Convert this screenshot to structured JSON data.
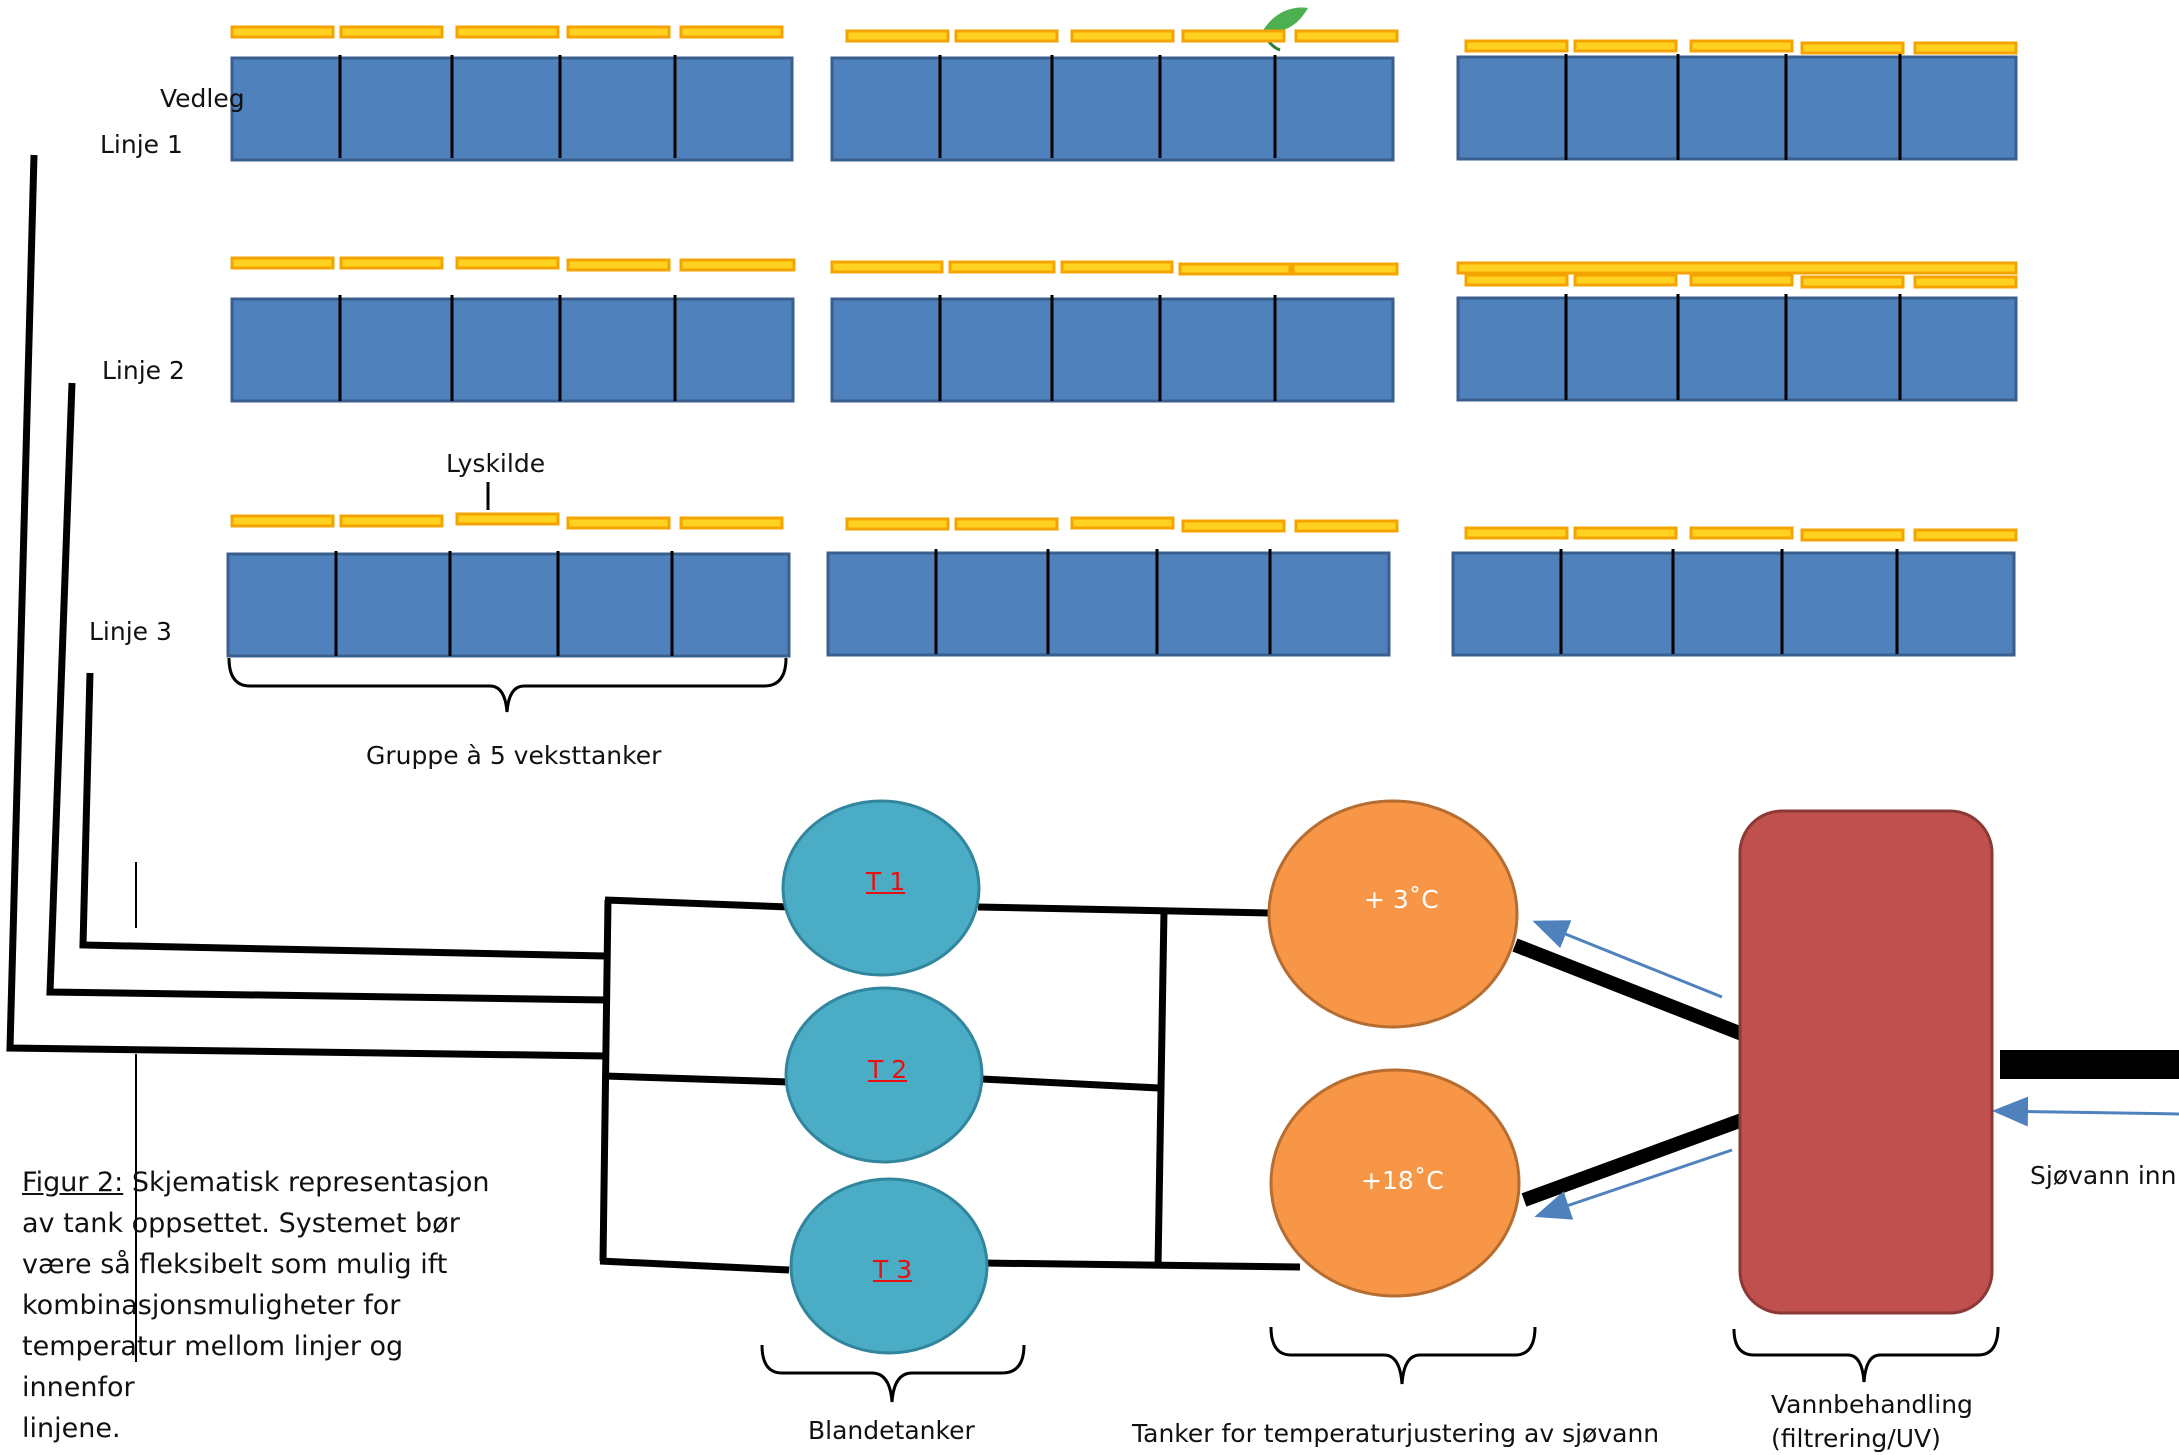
{
  "header_fragment": "Vedleg",
  "lines": [
    {
      "label": "Linje 1"
    },
    {
      "label": "Linje 2"
    },
    {
      "label": "Linje 3"
    }
  ],
  "light_source_label": "Lyskilde",
  "group_label": "Gruppe à 5 veksttanker",
  "mixing_tanks": [
    {
      "label": "T 1"
    },
    {
      "label": "T 2"
    },
    {
      "label": "T 3"
    }
  ],
  "mixing_tanks_label": "Blandetanker",
  "temperature_tanks": [
    {
      "label": "+ 3˚C"
    },
    {
      "label": "+18˚C"
    }
  ],
  "temperature_tanks_label": "Tanker for temperaturjustering av sjøvann",
  "water_treatment_label": [
    "Vannbehandling",
    "(filtrering/UV)"
  ],
  "seawater_in_label": "Sjøvann inn",
  "caption": {
    "figure": "Figur 2:",
    "lines": [
      " Skjematisk representasjon",
      "av tank oppsettet. Systemet bør",
      "være så fleksibelt som mulig ift",
      "kombinasjonsmuligheter for",
      "temperatur mellom linjer og innenfor",
      "linjene."
    ]
  },
  "colors": {
    "growth_tank": "#4F81BD",
    "growth_tank_border": "#3A5F8F",
    "light_bar": "#FFD21F",
    "light_bar_border": "#F5A300",
    "mixing_tank": "#4BACC6",
    "temperature_tank": "#F79646",
    "water_treatment": "#C0504D",
    "arrow": "#4F81BD",
    "pipe": "#000000",
    "mixing_tank_text": "#E81010"
  }
}
